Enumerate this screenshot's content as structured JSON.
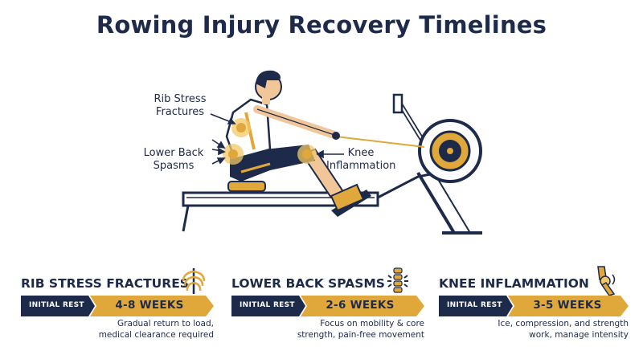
{
  "title": "Rowing Injury Recovery Timelines",
  "callouts": {
    "rib": "Rib Stress Fractures",
    "back": "Lower Back Spasms",
    "knee": "Knee Inflammation"
  },
  "colors": {
    "navy": "#1e2a4a",
    "gold": "#e0a83a",
    "gold_glow": "#f3c765"
  },
  "cards": [
    {
      "title": "RIB STRESS FRACTURES",
      "icon": "ribcage-icon",
      "rest_label": "INITIAL REST",
      "weeks": "4-8 WEEKS",
      "desc_line1": "Gradual return to load,",
      "desc_line2": "medical clearance required"
    },
    {
      "title": "LOWER BACK SPASMS",
      "icon": "spine-icon",
      "rest_label": "INITIAL REST",
      "weeks": "2-6 WEEKS",
      "desc_line1": "Focus on mobility & core",
      "desc_line2": "strength, pain-free movement"
    },
    {
      "title": "KNEE INFLAMMATION",
      "icon": "knee-joint-icon",
      "rest_label": "INITIAL REST",
      "weeks": "3-5 WEEKS",
      "desc_line1": "Ice, compression, and strength",
      "desc_line2": "work, manage intensity"
    }
  ]
}
